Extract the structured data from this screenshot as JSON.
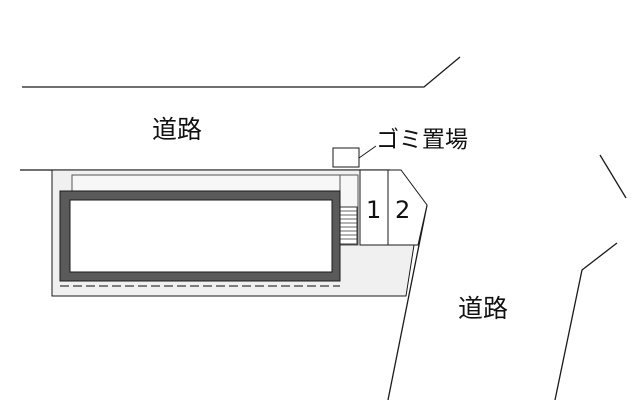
{
  "labels": {
    "road_top": "道路",
    "garbage": "ゴミ置場",
    "road_right": "道路",
    "space_1": "1",
    "space_2": "2"
  },
  "colors": {
    "line": "#1a1a1a",
    "lot_fill": "#f0f0f0",
    "building_outer": "#5a5a5a",
    "building_inner": "#ffffff"
  }
}
